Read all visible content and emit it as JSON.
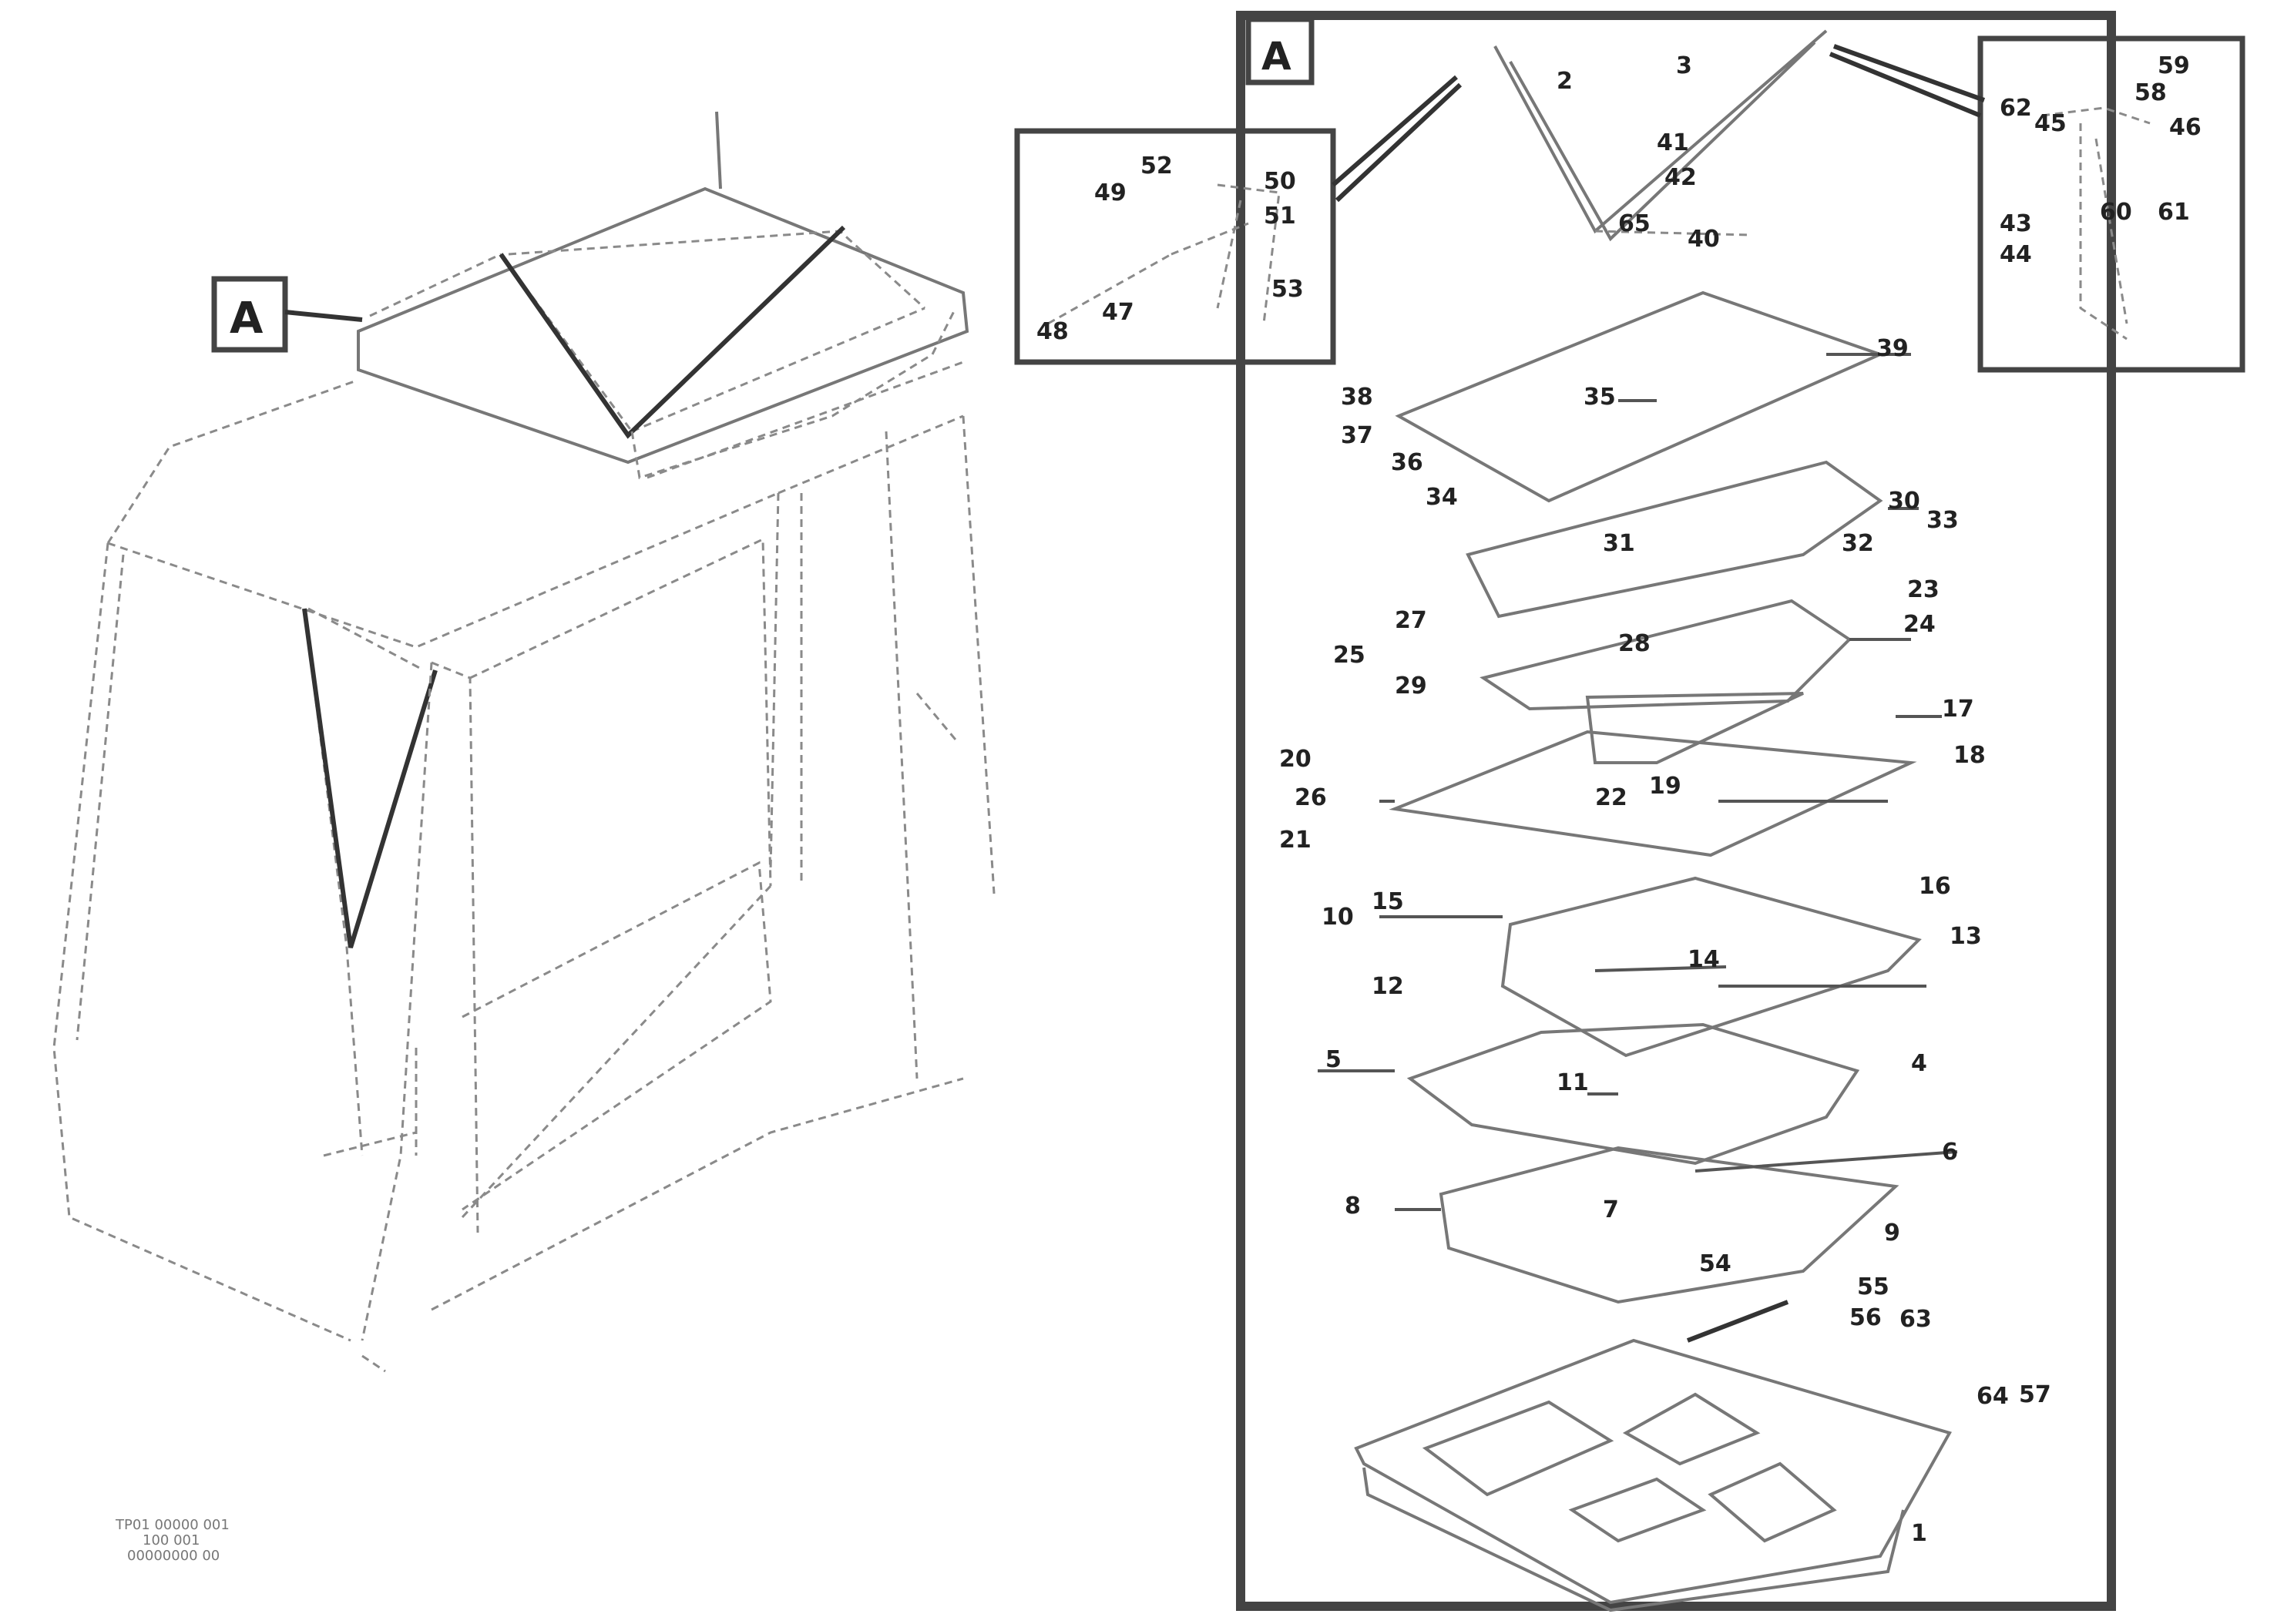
{
  "figure": {
    "view_label": "A",
    "part_labels": [
      "1",
      "2",
      "3",
      "4",
      "5",
      "6",
      "7",
      "8",
      "9",
      "10",
      "11",
      "12",
      "13",
      "14",
      "15",
      "16",
      "17",
      "18",
      "19",
      "20",
      "21",
      "22",
      "23",
      "24",
      "25",
      "26",
      "27",
      "28",
      "29",
      "30",
      "31",
      "32",
      "33",
      "34",
      "35",
      "36",
      "37",
      "38",
      "39",
      "40",
      "41",
      "42",
      "43",
      "44",
      "45",
      "46",
      "47",
      "48",
      "49",
      "50",
      "51",
      "52",
      "53",
      "54",
      "55",
      "56",
      "57",
      "58",
      "59",
      "60",
      "61",
      "62",
      "63",
      "64",
      "65"
    ],
    "stamp_lines": [
      "TP01 00000 001",
      "100 001",
      "00000000 00"
    ]
  }
}
